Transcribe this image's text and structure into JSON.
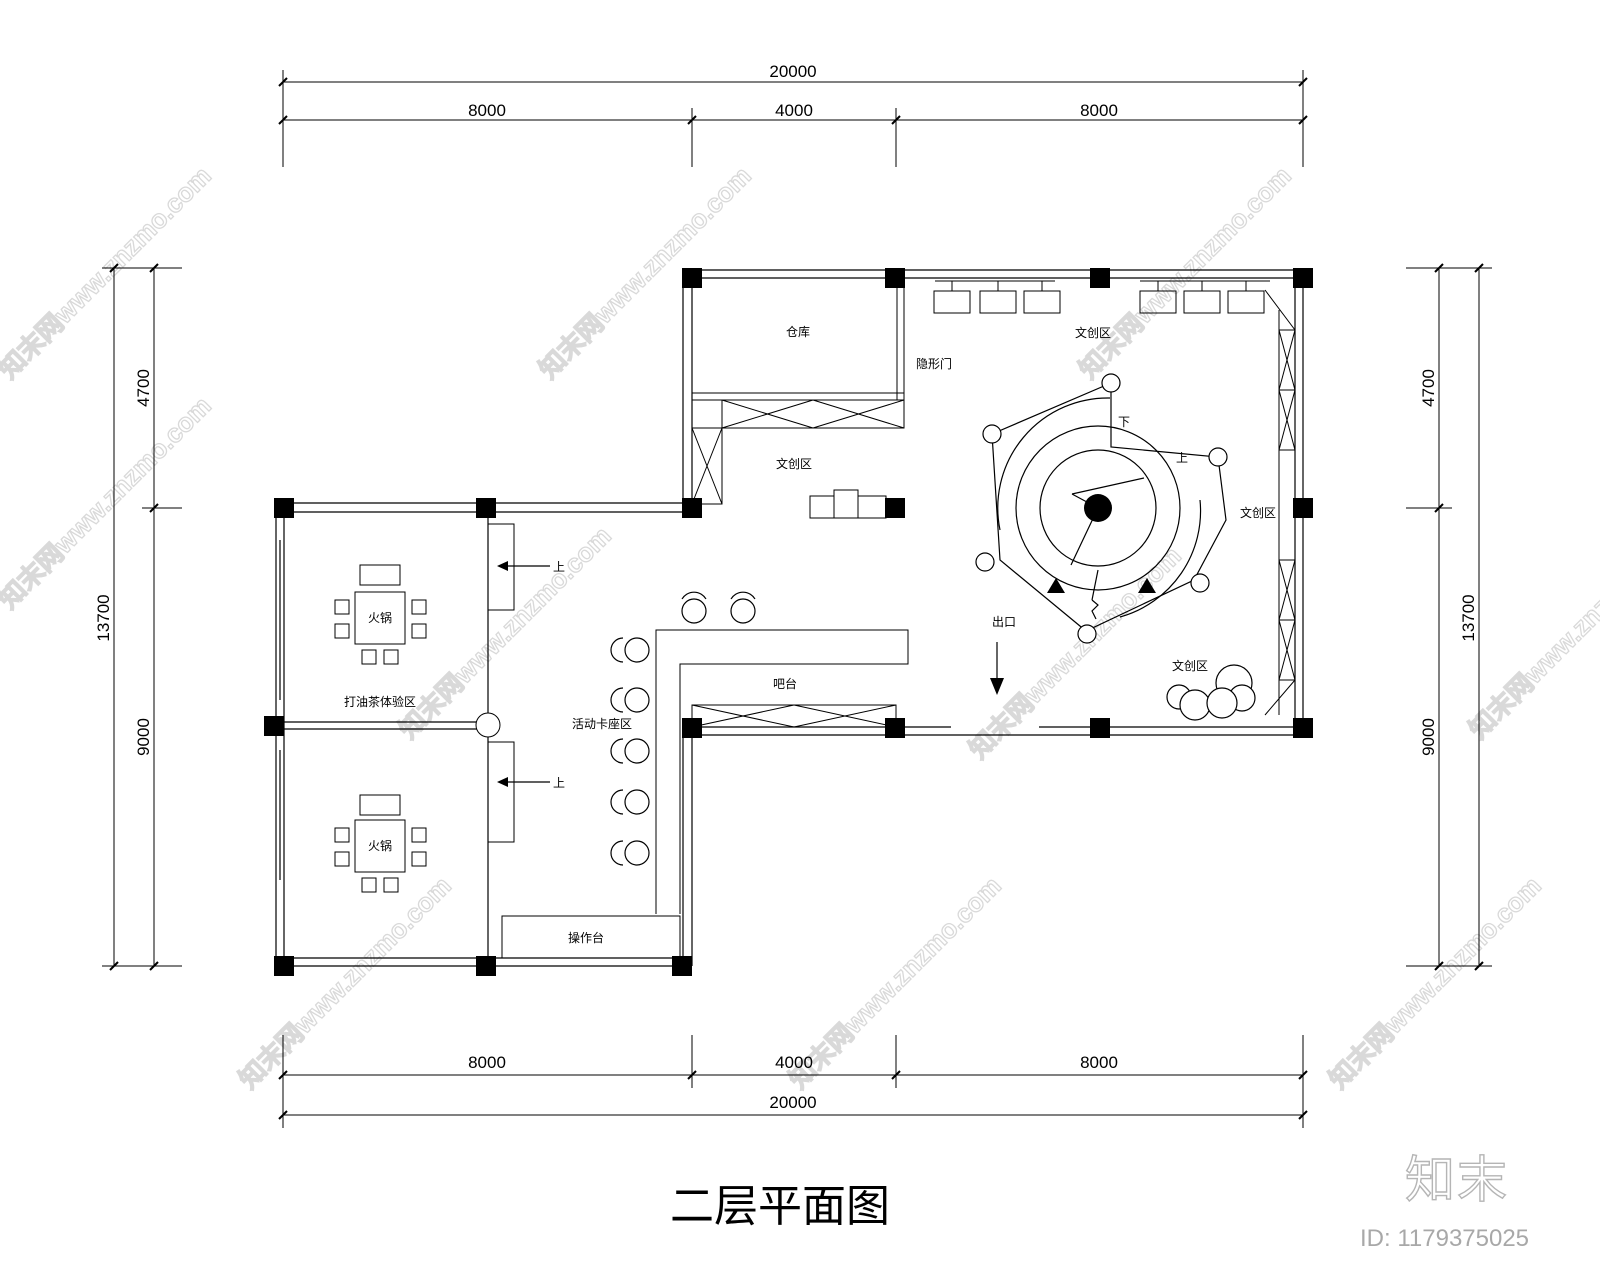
{
  "title": "二层平面图",
  "dimensions": {
    "top_total": "20000",
    "top_segments": [
      "8000",
      "4000",
      "8000"
    ],
    "bottom_total": "20000",
    "bottom_segments": [
      "8000",
      "4000",
      "8000"
    ],
    "left_total": "13700",
    "left_segments": [
      "4700",
      "9000"
    ],
    "right_total": "13700",
    "right_segments": [
      "4700",
      "9000"
    ]
  },
  "rooms": {
    "warehouse": "仓库",
    "hidden_door": "隐形门",
    "creative_zone": "文创区",
    "exit": "出口",
    "bar": "吧台",
    "booth": "活动卡座区",
    "mahjong": "火锅",
    "hotpot_zone": "打油茶体验区",
    "operation_counter": "操作台",
    "up": "上",
    "down": "下"
  },
  "watermark": "知末网www.znzmo.com",
  "brand": {
    "logo": "知末",
    "id": "ID: 1179375025"
  }
}
